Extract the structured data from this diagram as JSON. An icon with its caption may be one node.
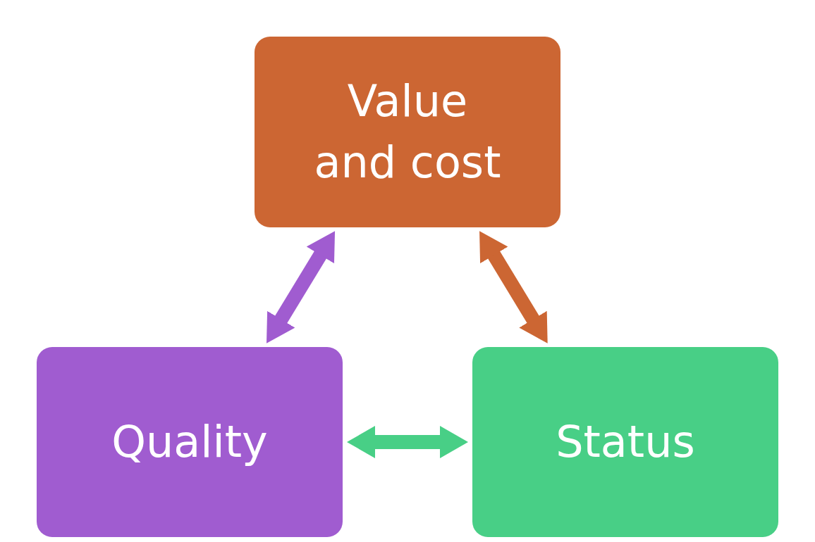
{
  "diagram": {
    "nodes": [
      {
        "text": [
          "Value and cost"
        ]
      },
      {
        "text": [
          "Quality"
        ]
      },
      {
        "text": [
          "Status"
        ]
      }
    ],
    "edges": [
      {
        "from": 1,
        "to": 0,
        "arrow": "both",
        "color": "#a05cd0"
      },
      {
        "from": 0,
        "to": 2,
        "arrow": "both",
        "color": "#cc6633"
      },
      {
        "from": 1,
        "to": 2,
        "arrow": "both",
        "color": "#48cf86"
      }
    ]
  }
}
